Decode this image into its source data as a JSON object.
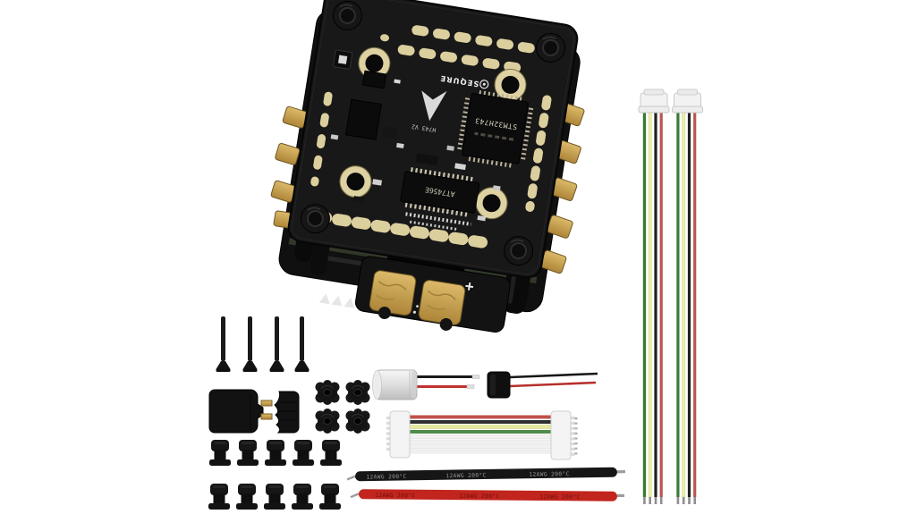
{
  "image": {
    "type": "product-photo",
    "subject": "FPV drone flight controller and ESC stack with accessory kit",
    "background_color": "#ffffff"
  },
  "product": {
    "board": {
      "brand": "SEQURE",
      "model": "H743 V2",
      "mcu": "STM32H743",
      "osd": "AT7456E",
      "battery_polarity": "+"
    },
    "wires": {
      "awg_marking": "12AWG  200°C"
    },
    "kit": {
      "screws": 4,
      "xt60_connector": 1,
      "rubber_grommets": 4,
      "capacitor": 1,
      "spare_capacitor": 1,
      "ribbon_cable_wires": 8,
      "rubber_spacers": 10,
      "power_wires": [
        "black 12AWG",
        "red 12AWG"
      ],
      "jst_signal_cables": 2
    },
    "colors": {
      "pcb": "#171717",
      "solder_pad": "#dcd09c",
      "gold_pad": "#c9a14b",
      "wire_black": "#161616",
      "wire_red": "#c1251d",
      "wire_green": "#3a7a36",
      "wire_yellow": "#e9efa8"
    }
  }
}
